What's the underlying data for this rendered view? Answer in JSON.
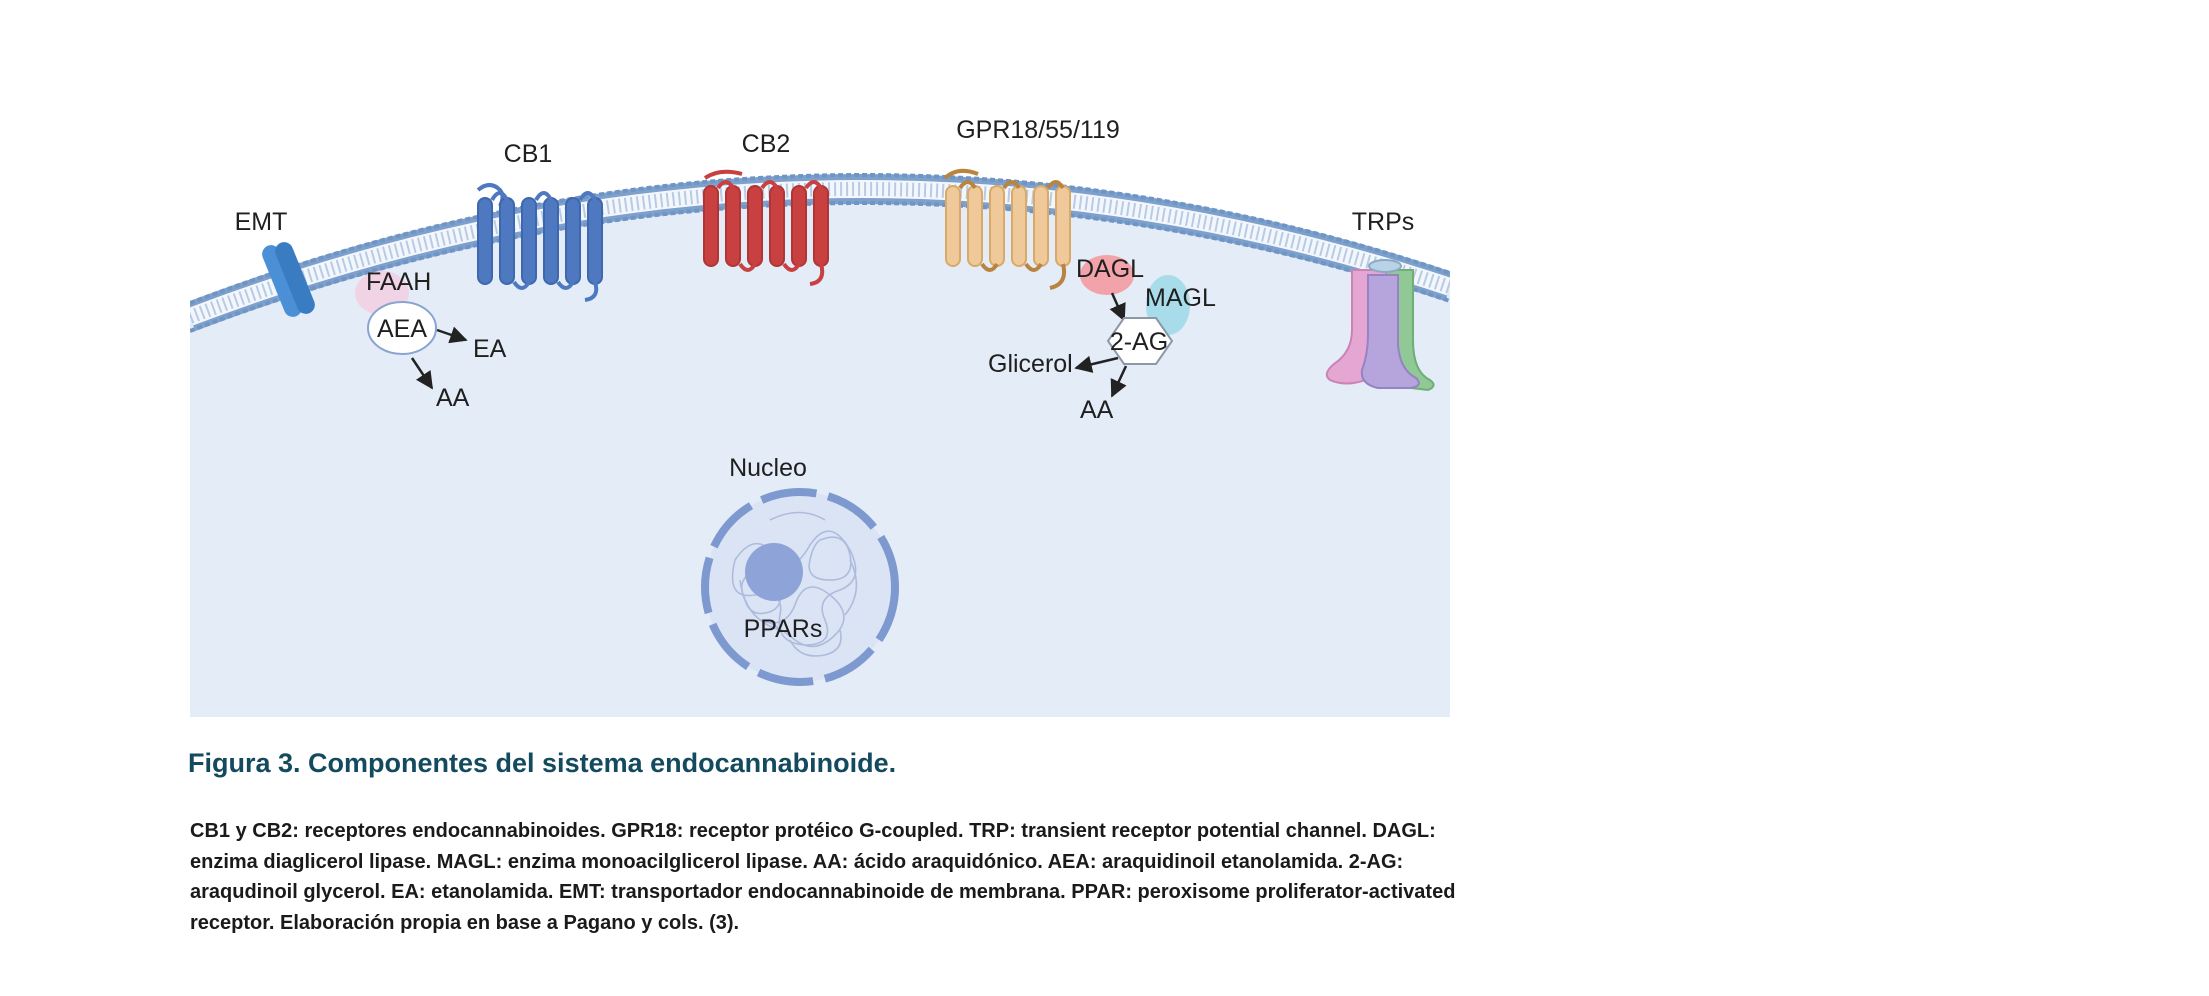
{
  "diagram": {
    "labels": {
      "emt": "EMT",
      "cb1": "CB1",
      "cb2": "CB2",
      "gpr": "GPR18/55/119",
      "trps": "TRPs",
      "faah": "FAAH",
      "aea": "AEA",
      "ea": "EA",
      "aa_left": "AA",
      "dagl": "DAGL",
      "magl": "MAGL",
      "two_ag": "2-AG",
      "glicerol": "Glicerol",
      "aa_right": "AA",
      "nucleo": "Nucleo",
      "ppars": "PPARs"
    },
    "colors": {
      "cell_fill": "#e3ecf7",
      "membrane": "#6f95c4",
      "cb1": "#4e78c0",
      "cb2": "#c8403f",
      "gpr": "#efc99a",
      "emt": "#4b8fd6",
      "nucleus": "#8ea4d8"
    }
  },
  "caption": {
    "title": "Figura 3. Componentes del sistema endocannabinoide.",
    "text": "CB1 y CB2: receptores endocannabinoides. GPR18: receptor protéico G-coupled. TRP: transient receptor potential channel. DAGL: enzima diaglicerol lipase. MAGL: enzima monoacilglicerol lipase. AA: ácido araquidónico. AEA: araquidinoil etanolamida. 2-AG: araqudinoil glycerol. EA: etanolamida. EMT: transportador endocannabinoide de membrana. PPAR: peroxisome proliferator-activated receptor. Elaboración propia en base a Pagano y cols. (3)."
  }
}
